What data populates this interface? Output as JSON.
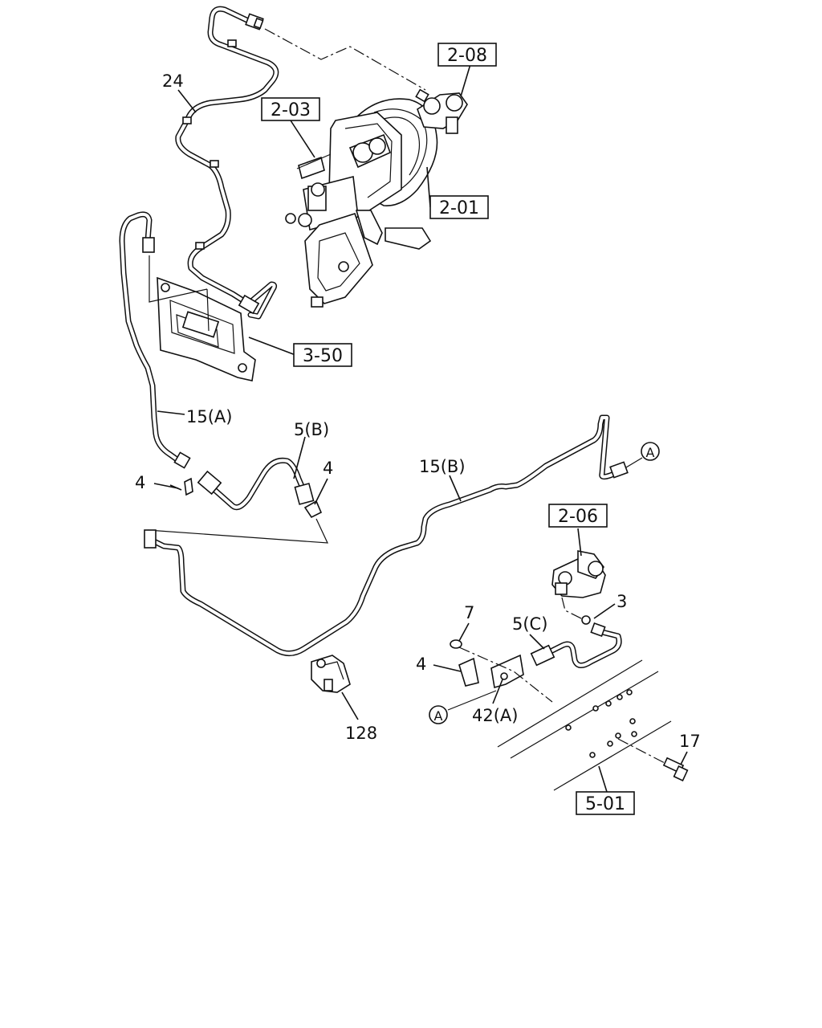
{
  "labels": {
    "l24": "24",
    "l15a": "15(A)",
    "l15b": "15(B)",
    "l5b": "5(B)",
    "l4a": "4",
    "l4b": "4",
    "l4c": "4",
    "l5c": "5(C)",
    "l7": "7",
    "l3": "3",
    "l42a": "42(A)",
    "l128": "128",
    "l17": "17",
    "circleA1": "A",
    "circleA2": "A"
  },
  "refs": {
    "r208": "2-08",
    "r203": "2-03",
    "r201": "2-01",
    "r350": "3-50",
    "r206": "2-06",
    "r501": "5-01"
  }
}
